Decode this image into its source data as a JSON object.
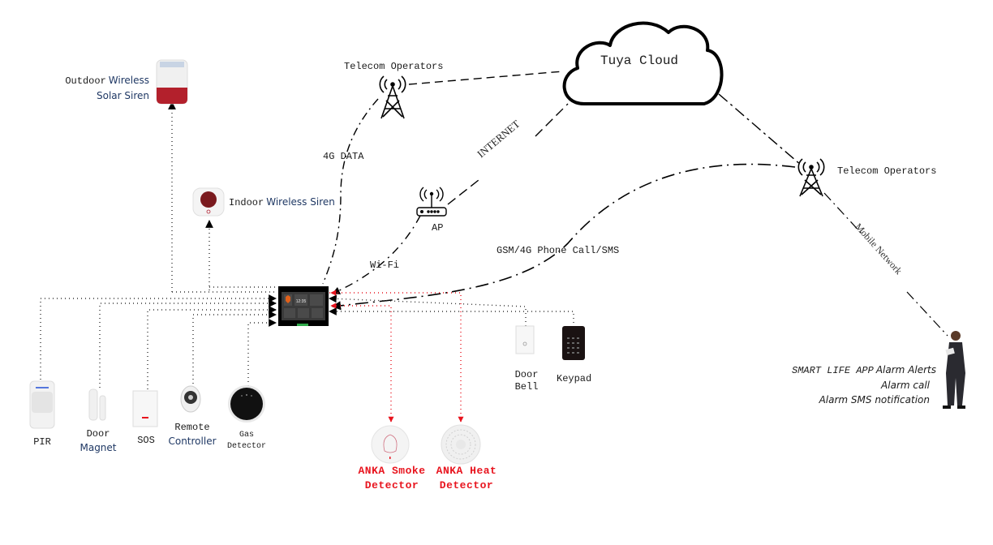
{
  "diagram": {
    "cloud": {
      "label": "Tuya Cloud"
    },
    "towers": [
      {
        "id": "telecom-operator-left",
        "label": "Telecom Operators"
      },
      {
        "id": "telecom-operator-right",
        "label": "Telecom Operators"
      }
    ],
    "access_point": {
      "label": "AP"
    },
    "links": {
      "data_4g": "4G DATA",
      "internet": "INTERNET",
      "wifi": "Wi-Fi",
      "gsm": "GSM/4G Phone Call/SMS",
      "mobile_network": "Mobile Network"
    },
    "sirens": {
      "outdoor": {
        "line1_a": "Outdoor",
        "line1_b": "Wireless",
        "line2": "Solar Siren"
      },
      "indoor": {
        "part_a": "Indoor",
        "part_b": "Wireless Siren"
      }
    },
    "sensors_left": [
      {
        "id": "pir",
        "line1": "PIR",
        "line2": ""
      },
      {
        "id": "door-magnet",
        "line1": "Door",
        "line2": "Magnet"
      },
      {
        "id": "sos",
        "line1": "SOS",
        "line2": ""
      },
      {
        "id": "remote-controller",
        "line1": "Remote",
        "line2": "Controller"
      },
      {
        "id": "gas-detector",
        "line1": "Gas",
        "line2": "Detector"
      }
    ],
    "sensors_right": [
      {
        "id": "door-bell",
        "line1": "Door",
        "line2": "Bell"
      },
      {
        "id": "keypad",
        "line1": "Keypad",
        "line2": ""
      }
    ],
    "detectors": [
      {
        "id": "smoke",
        "line1": "ANKA Smoke",
        "line2": "Detector"
      },
      {
        "id": "heat",
        "line1": "ANKA Heat",
        "line2": "Detector"
      }
    ],
    "user": {
      "app_name": "SMART LIFE APP",
      "alerts": [
        "Alarm Alerts",
        "Alarm call",
        "Alarm SMS notification"
      ]
    },
    "panel": {
      "clock": "12:35"
    },
    "colors": {
      "detector_red": "#e8141e",
      "label_blue": "#1f3864",
      "line": "#000000"
    }
  }
}
